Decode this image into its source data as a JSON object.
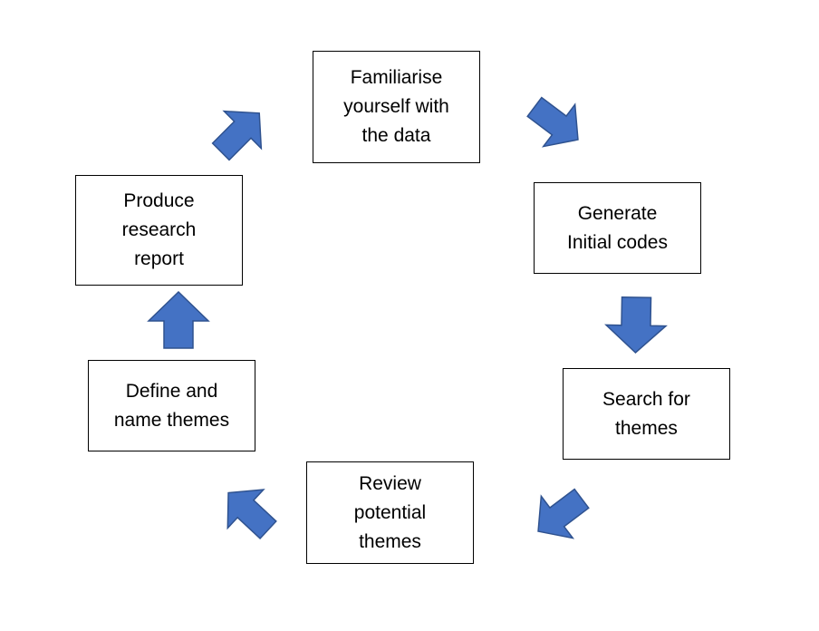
{
  "diagram": {
    "steps": [
      {
        "id": "familiarise",
        "label": "Familiarise\nyourself with\nthe data"
      },
      {
        "id": "generate",
        "label": "Generate\nInitial codes"
      },
      {
        "id": "search",
        "label": "Search for\nthemes"
      },
      {
        "id": "review",
        "label": "Review\npotential\nthemes"
      },
      {
        "id": "define",
        "label": "Define and\nname themes"
      },
      {
        "id": "produce",
        "label": "Produce\nresearch\nreport"
      }
    ],
    "arrow_style": {
      "fill": "#4472C4",
      "stroke": "#2F528F",
      "icon": "block-arrow-icon"
    },
    "flow": "clockwise"
  }
}
